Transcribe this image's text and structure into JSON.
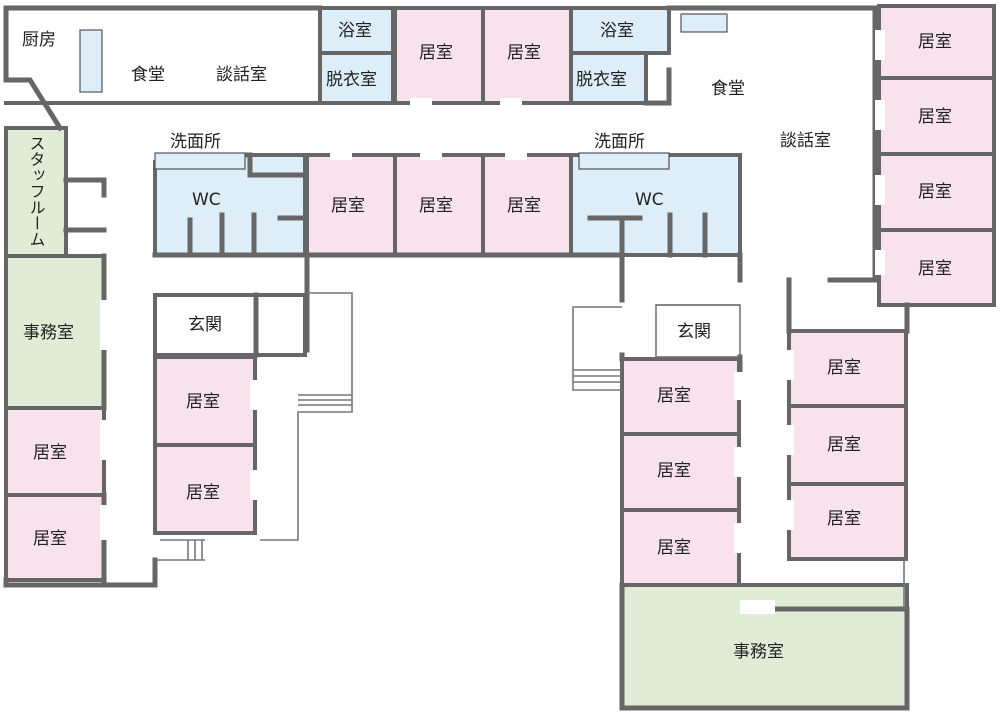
{
  "floorplan": {
    "colors": {
      "bedroom": "#f8e3ec",
      "wet": "#ddeef8",
      "office": "#e1ecd7",
      "wall": "#666666",
      "door_gap": "#ffffff"
    },
    "labels": {
      "kitchen": "厨房",
      "dining": "食堂",
      "lounge": "談話室",
      "bath": "浴室",
      "changing": "脱衣室",
      "bedroom": "居室",
      "washroom": "洗面所",
      "wc": "WC",
      "staff_room": "スタッフルーム",
      "office": "事務室",
      "entrance": "玄関"
    }
  }
}
